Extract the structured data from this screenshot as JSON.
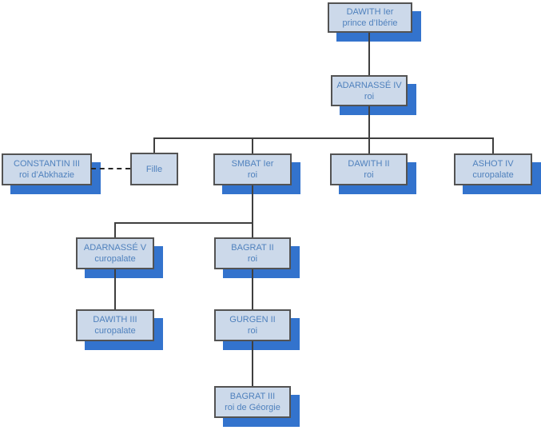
{
  "diagram_type": "genealogy-org-chart",
  "colors": {
    "box_fill": "#ccd9ea",
    "box_border": "#535353",
    "box_shadow": "#3373cd",
    "text": "#4f81bd",
    "connector": "#3f3f3f",
    "background": "#ffffff"
  },
  "nodes": {
    "dawith1": {
      "name": "DAWITH Ier",
      "title": "prince d’Ibérie"
    },
    "adarnasse4": {
      "name": "ADARNASSÉ IV",
      "title": "roi"
    },
    "constantin3": {
      "name": "CONSTANTIN III",
      "title": "roi d’Abkhazie"
    },
    "fille": {
      "name": "Fille"
    },
    "smbat1": {
      "name": "SMBAT Ier",
      "title": "roi"
    },
    "dawith2": {
      "name": "DAWITH II",
      "title": "roi"
    },
    "ashot4": {
      "name": "ASHOT IV",
      "title": "curopalate"
    },
    "adarnasse5": {
      "name": "ADARNASSÉ V",
      "title": "curopalate"
    },
    "bagrat2": {
      "name": "BAGRAT II",
      "title": "roi"
    },
    "dawith3": {
      "name": "DAWITH III",
      "title": "curopalate"
    },
    "gurgen2": {
      "name": "GURGEN II",
      "title": "roi"
    },
    "bagrat3": {
      "name": "BAGRAT III",
      "title": "roi de Géorgie"
    }
  },
  "edges": [
    {
      "from": "DAWITH Ier",
      "to": "ADARNASSÉ IV",
      "type": "parent-child"
    },
    {
      "from": "ADARNASSÉ IV",
      "to": "Fille",
      "type": "parent-child"
    },
    {
      "from": "ADARNASSÉ IV",
      "to": "SMBAT Ier",
      "type": "parent-child"
    },
    {
      "from": "ADARNASSÉ IV",
      "to": "DAWITH II",
      "type": "parent-child"
    },
    {
      "from": "ADARNASSÉ IV",
      "to": "ASHOT IV",
      "type": "parent-child"
    },
    {
      "from": "CONSTANTIN III",
      "to": "Fille",
      "type": "marriage-dashed"
    },
    {
      "from": "SMBAT Ier",
      "to": "ADARNASSÉ V",
      "type": "parent-child"
    },
    {
      "from": "SMBAT Ier",
      "to": "BAGRAT II",
      "type": "parent-child"
    },
    {
      "from": "ADARNASSÉ V",
      "to": "DAWITH III",
      "type": "parent-child"
    },
    {
      "from": "BAGRAT II",
      "to": "GURGEN II",
      "type": "parent-child"
    },
    {
      "from": "GURGEN II",
      "to": "BAGRAT III",
      "type": "parent-child"
    }
  ]
}
